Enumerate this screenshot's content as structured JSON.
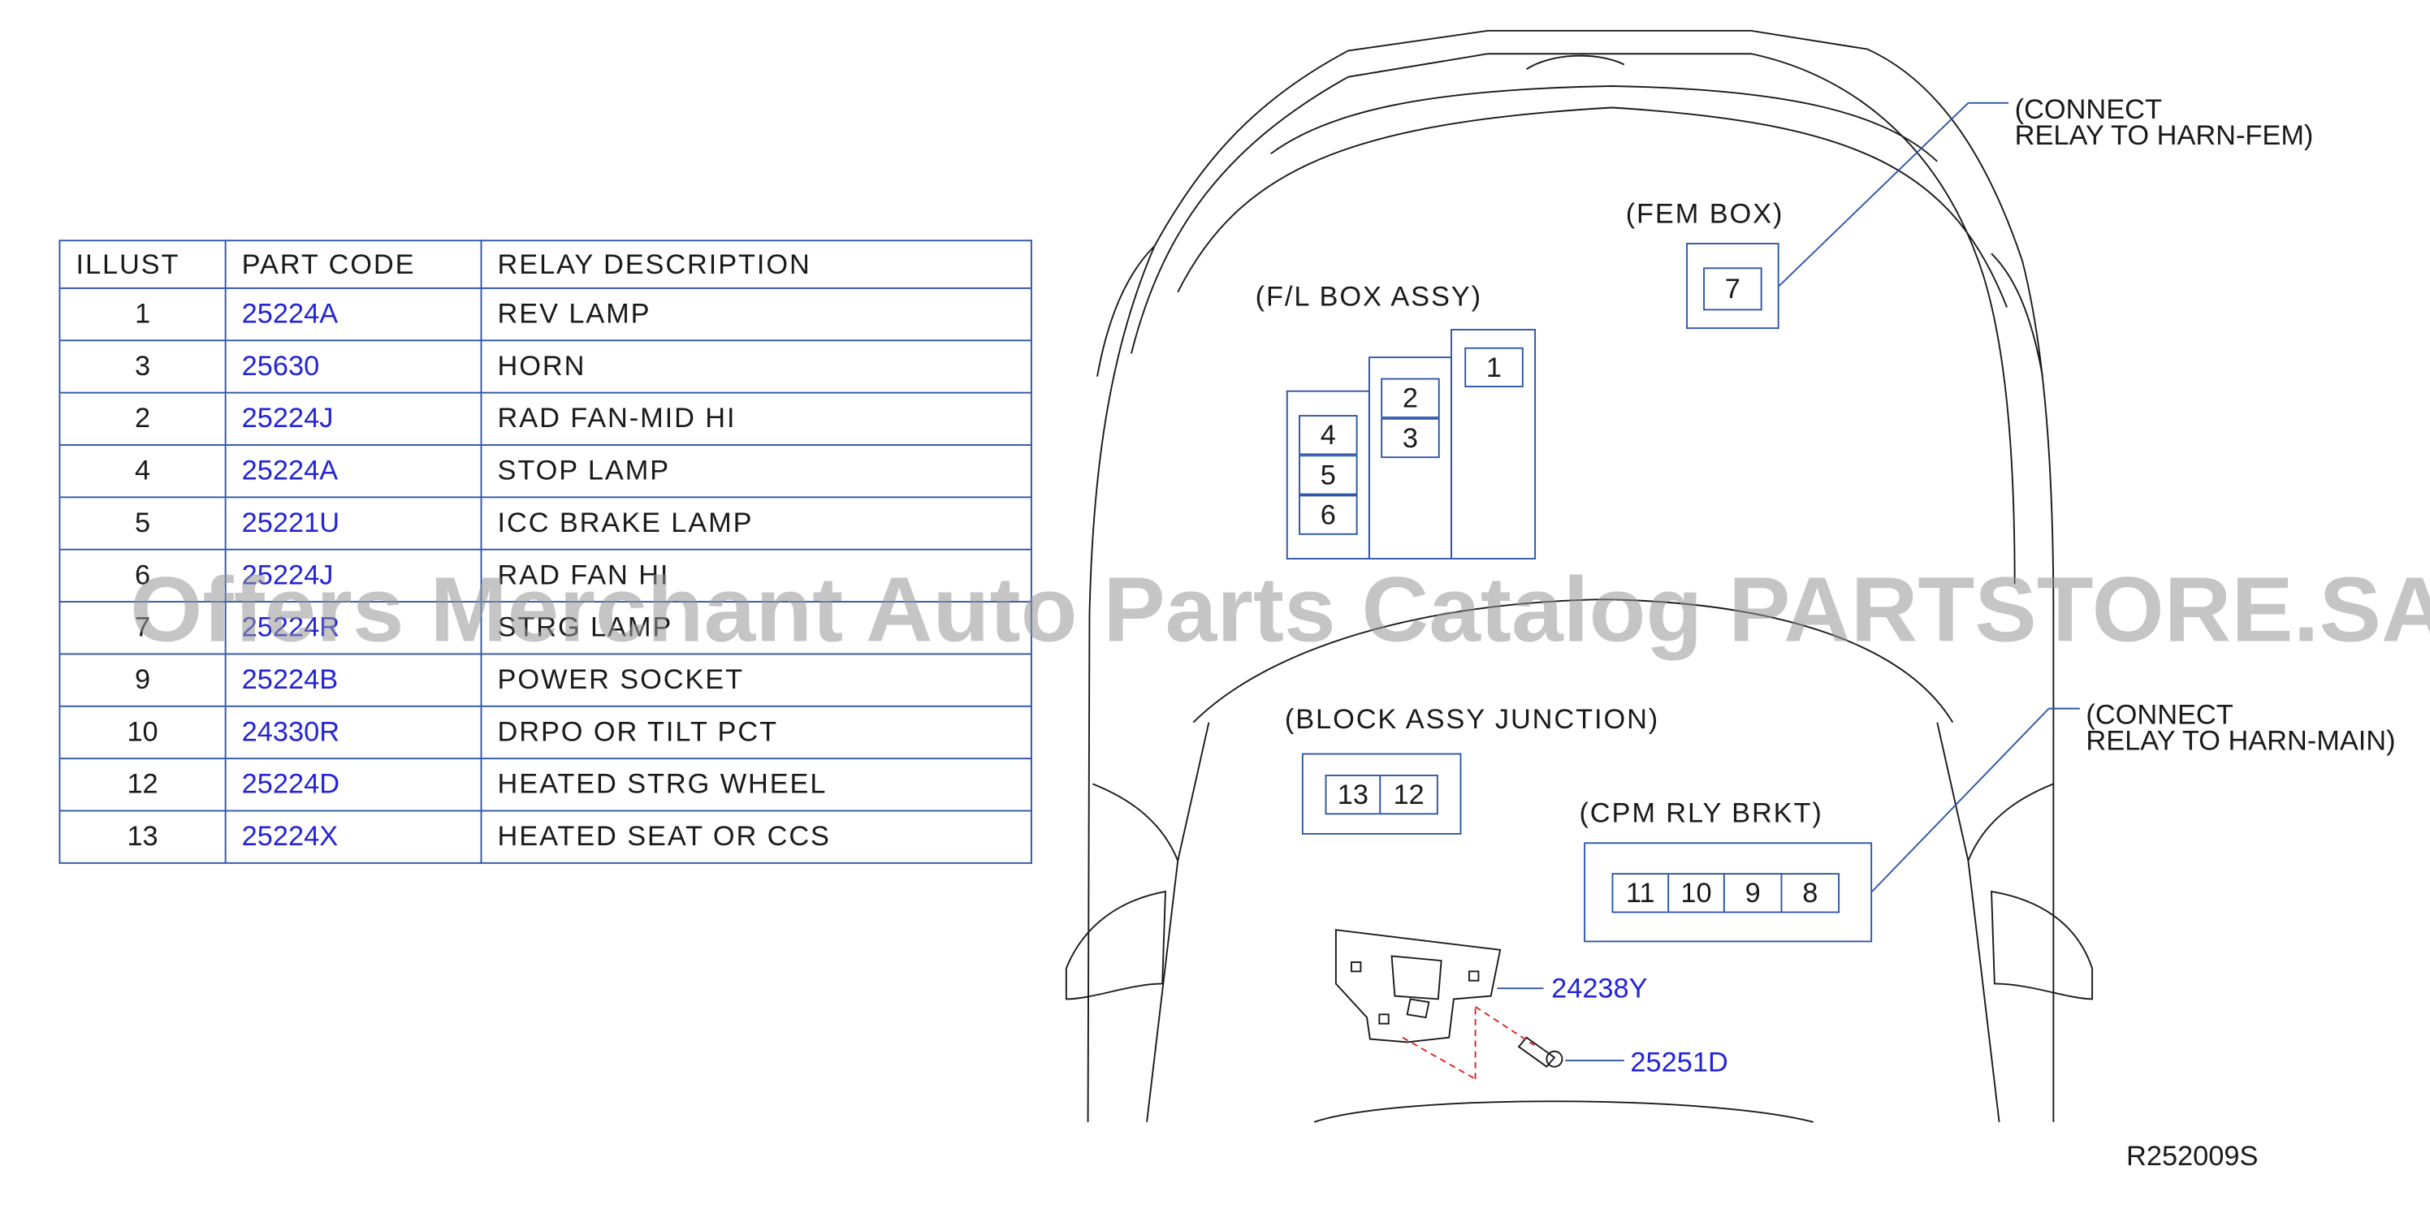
{
  "table": {
    "headers": [
      "ILLUST",
      "PART  CODE",
      "RELAY  DESCRIPTION"
    ],
    "rows": [
      {
        "illust": "1",
        "code": "25224A",
        "desc": "REV  LAMP"
      },
      {
        "illust": "3",
        "code": "25630",
        "desc": "HORN"
      },
      {
        "illust": "2",
        "code": "25224J",
        "desc": "RAD  FAN-MID  HI"
      },
      {
        "illust": "4",
        "code": "25224A",
        "desc": "STOP  LAMP"
      },
      {
        "illust": "5",
        "code": "25221U",
        "desc": "ICC  BRAKE  LAMP"
      },
      {
        "illust": "6",
        "code": "25224J",
        "desc": "RAD  FAN  HI"
      },
      {
        "illust": "7",
        "code": "25224R",
        "desc": "STRG  LAMP"
      },
      {
        "illust": "9",
        "code": "25224B",
        "desc": "POWER  SOCKET"
      },
      {
        "illust": "10",
        "code": "24330R",
        "desc": "DRPO  OR  TILT  PCT"
      },
      {
        "illust": "12",
        "code": "25224D",
        "desc": "HEATED  STRG  WHEEL"
      },
      {
        "illust": "13",
        "code": "25224X",
        "desc": "HEATED  SEAT  OR  CCS"
      }
    ]
  },
  "diagram": {
    "fem_box_label": "(FEM  BOX)",
    "fl_box_label": "(F/L  BOX  ASSY)",
    "block_junction_label": "(BLOCK  ASSY  JUNCTION)",
    "cpm_label": "(CPM  RLY  BRKT)",
    "connect_fem_line1": "(CONNECT",
    "connect_fem_line2": "RELAY   TO HARN-FEM)",
    "connect_main_line1": "(CONNECT",
    "connect_main_line2": "RELAY   TO HARN-MAIN)",
    "slots": {
      "s1": "1",
      "s2": "2",
      "s3": "3",
      "s4": "4",
      "s5": "5",
      "s6": "6",
      "s7": "7",
      "s8": "8",
      "s9": "9",
      "s10": "10",
      "s11": "11",
      "s12": "12",
      "s13": "13"
    },
    "bracket_part": "24238Y",
    "bolt_part": "25251D"
  },
  "watermark": "Offers Merchant Auto Parts Catalog PARTSTORE.SA",
  "figure_id": "R252009S"
}
